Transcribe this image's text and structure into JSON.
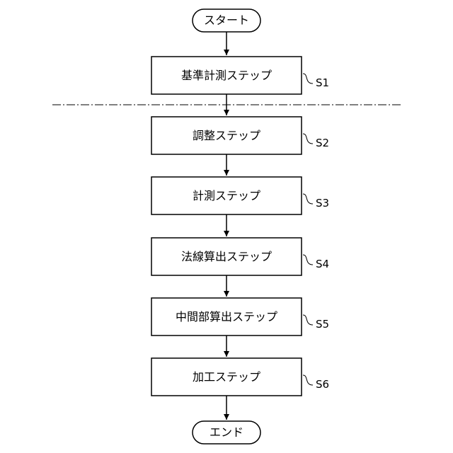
{
  "flowchart": {
    "start": "スタート",
    "end": "エンド",
    "steps": [
      {
        "label": "基準計測ステップ",
        "ref": "S1"
      },
      {
        "label": "調整ステップ",
        "ref": "S2"
      },
      {
        "label": "計測ステップ",
        "ref": "S3"
      },
      {
        "label": "法線算出ステップ",
        "ref": "S4"
      },
      {
        "label": "中間部算出ステップ",
        "ref": "S5"
      },
      {
        "label": "加工ステップ",
        "ref": "S6"
      }
    ]
  }
}
